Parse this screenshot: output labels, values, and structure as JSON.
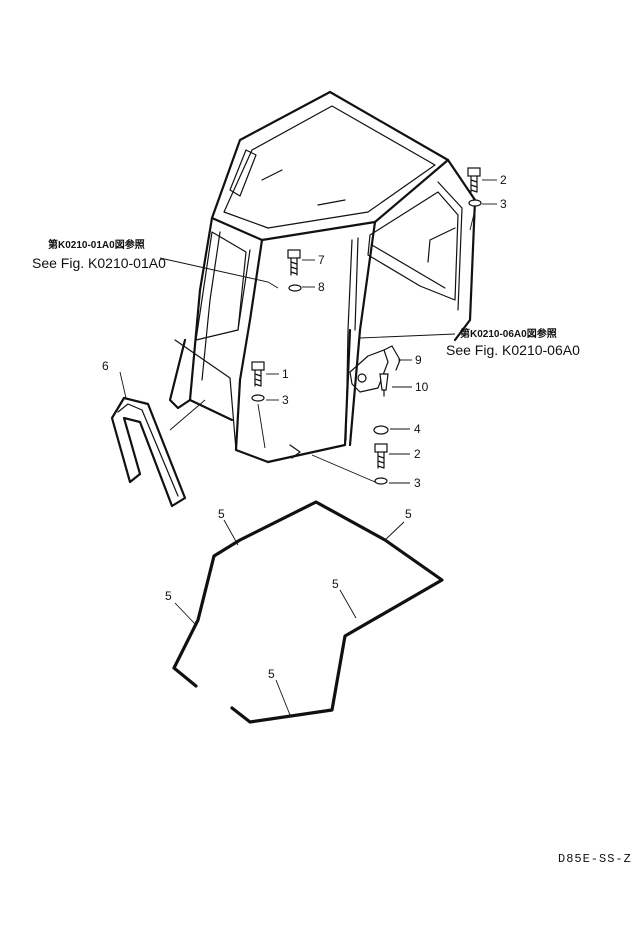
{
  "references": {
    "left": {
      "jp": "第K0210-01A0図参照",
      "en": "See Fig. K0210-01A0"
    },
    "right": {
      "jp": "第K0210-06A0図参照",
      "en": "See Fig. K0210-06A0"
    }
  },
  "callouts": {
    "c1": "1",
    "c2a": "2",
    "c2b": "2",
    "c3a": "3",
    "c3b": "3",
    "c3c": "3",
    "c4": "4",
    "c5a": "5",
    "c5b": "5",
    "c5c": "5",
    "c5d": "5",
    "c5e": "5",
    "c6": "6",
    "c7": "7",
    "c8": "8",
    "c9": "9",
    "c10": "10"
  },
  "drawing_code": "D85E-SS-Z"
}
